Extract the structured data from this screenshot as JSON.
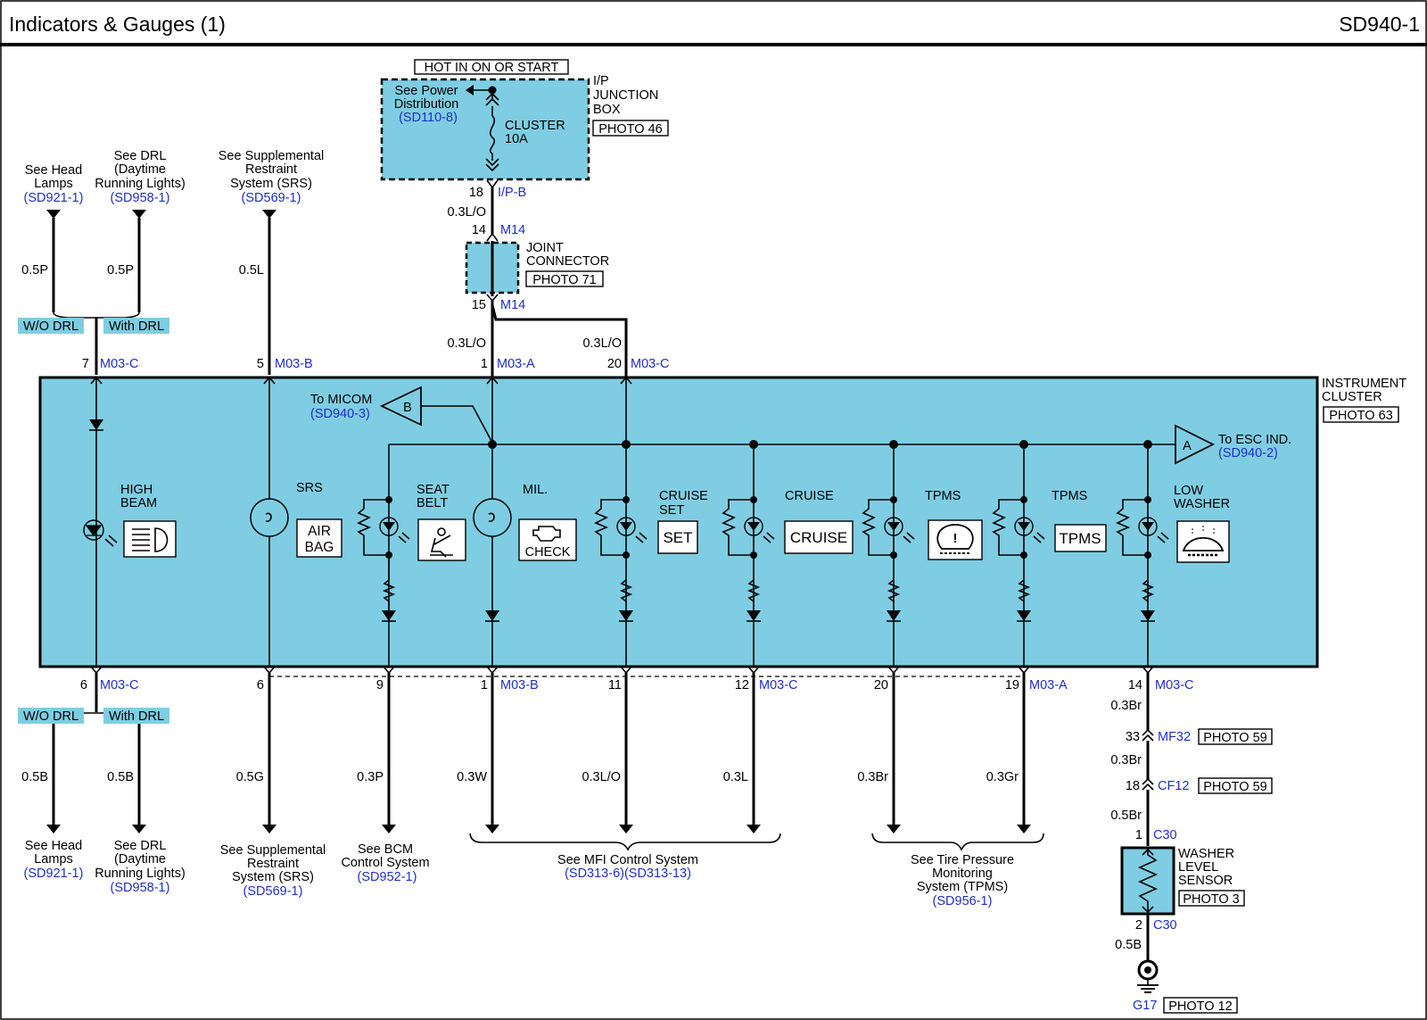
{
  "header": {
    "title": "Indicators & Gauges   (1)",
    "code": "SD940-1"
  },
  "colors": {
    "module_fill": "#7fcde2",
    "reference_text": "#1f2fc8",
    "wire": "#000000"
  },
  "power": {
    "hot_label": "HOT IN ON OR START",
    "see_power": [
      "See Power",
      "Distribution"
    ],
    "see_power_ref": "(SD110-8)",
    "fuse": [
      "CLUSTER",
      "10A"
    ],
    "jbox": [
      "I/P",
      "JUNCTION",
      "BOX"
    ],
    "jbox_photo": "PHOTO 46",
    "pin18": "18",
    "conn_ipb": "I/P-B",
    "wire_03lo_a": "0.3L/O",
    "pin14": "14",
    "conn_m14_a": "M14",
    "joint": [
      "JOINT",
      "CONNECTOR"
    ],
    "joint_photo": "PHOTO 71",
    "pin15": "15",
    "conn_m14_b": "M14",
    "wire_03lo_b": "0.3L/O",
    "wire_03lo_c": "0.3L/O"
  },
  "refs_top": {
    "head": [
      "See Head",
      "Lamps"
    ],
    "head_ref": "(SD921-1)",
    "drl": [
      "See DRL",
      "(Daytime",
      "Running Lights)"
    ],
    "drl_ref": "(SD958-1)",
    "srs": [
      "See Supplemental",
      "Restraint",
      "System (SRS)"
    ],
    "srs_ref": "(SD569-1)",
    "w05p_a": "0.5P",
    "w05p_b": "0.5P",
    "w05l": "0.5L",
    "wo_drl": "W/O DRL",
    "with_drl": "With DRL"
  },
  "top_pins": [
    {
      "pin": "7",
      "conn": "M03-C"
    },
    {
      "pin": "5",
      "conn": "M03-B"
    },
    {
      "pin": "1",
      "conn": "M03-A"
    },
    {
      "pin": "20",
      "conn": "M03-C"
    }
  ],
  "cluster": {
    "name": [
      "INSTRUMENT",
      "CLUSTER"
    ],
    "photo": "PHOTO 63",
    "to_micom": "To MICOM",
    "micom_ref": "(SD940-3)",
    "micom_tag": "B",
    "to_esc": "To ESC IND.",
    "esc_ref": "(SD940-2)",
    "esc_tag": "A",
    "high_beam": [
      "HIGH",
      "BEAM"
    ],
    "srs": "SRS",
    "airbag": [
      "AIR",
      "BAG"
    ],
    "seat_belt": [
      "SEAT",
      "BELT"
    ],
    "mil": "MIL.",
    "check": "CHECK",
    "cruise_set": [
      "CRUISE",
      "SET"
    ],
    "set": "SET",
    "cruise": "CRUISE",
    "cruise_box": "CRUISE",
    "tpms1": "TPMS",
    "tpms2": "TPMS",
    "tpms_box": "TPMS",
    "low_washer": [
      "LOW",
      "WASHER"
    ]
  },
  "bottom_pins": [
    {
      "pin": "6",
      "conn": "M03-C"
    },
    {
      "pin": "6",
      "conn": ""
    },
    {
      "pin": "9",
      "conn": ""
    },
    {
      "pin": "1",
      "conn": "M03-B"
    },
    {
      "pin": "11",
      "conn": ""
    },
    {
      "pin": "12",
      "conn": "M03-C"
    },
    {
      "pin": "20",
      "conn": ""
    },
    {
      "pin": "19",
      "conn": "M03-A"
    },
    {
      "pin": "14",
      "conn": "M03-C"
    }
  ],
  "bottom_wires": [
    "0.5B",
    "0.5B",
    "0.5G",
    "0.3P",
    "0.3W",
    "0.3L/O",
    "0.3L",
    "0.3Br",
    "0.3Gr"
  ],
  "refs_bottom": {
    "wo_drl": "W/O DRL",
    "with_drl": "With DRL",
    "head": [
      "See Head",
      "Lamps"
    ],
    "head_ref": "(SD921-1)",
    "drl": [
      "See DRL",
      "(Daytime",
      "Running Lights)"
    ],
    "drl_ref": "(SD958-1)",
    "srs": [
      "See Supplemental",
      "Restraint",
      "System (SRS)"
    ],
    "srs_ref": "(SD569-1)",
    "bcm": [
      "See BCM",
      "Control System"
    ],
    "bcm_ref": "(SD952-1)",
    "mfi": "See MFI Control System",
    "mfi_ref": "(SD313-6)(SD313-13)",
    "tpms": [
      "See Tire Pressure",
      "Monitoring",
      "System (TPMS)"
    ],
    "tpms_ref": "(SD956-1)"
  },
  "washer": {
    "w03br_a": "0.3Br",
    "pin33": "33",
    "conn_mf32": "MF32",
    "photo_mf32": "PHOTO 59",
    "w03br_b": "0.3Br",
    "pin18": "18",
    "conn_cf12": "CF12",
    "photo_cf12": "PHOTO 59",
    "w05br": "0.5Br",
    "pin1": "1",
    "conn_c30a": "C30",
    "sensor": [
      "WASHER",
      "LEVEL",
      "SENSOR"
    ],
    "sensor_photo": "PHOTO 3",
    "pin2": "2",
    "conn_c30b": "C30",
    "w05b": "0.5B",
    "ground": "G17",
    "ground_photo": "PHOTO 12"
  }
}
